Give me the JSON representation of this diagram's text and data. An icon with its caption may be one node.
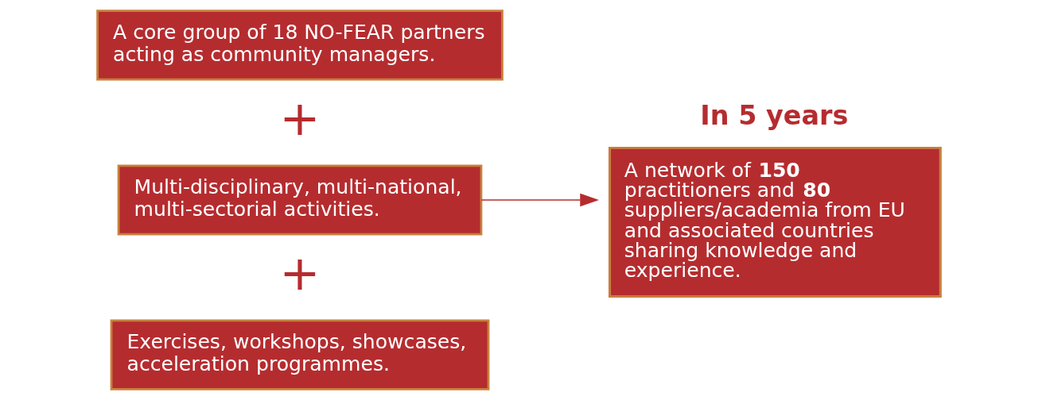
{
  "diagram": {
    "nodes": [
      {
        "text": [
          "A core group of 18 NO-FEAR partners acting as community managers."
        ]
      },
      {
        "text": [
          "Multi-disciplinary, multi-national, multi-sectorial activities."
        ]
      },
      {
        "text": [
          "Exercises, workshops, showcases, acceleration programmes."
        ]
      },
      {
        "text": [
          "In 5 years",
          "A network of **150** practitioners and **80** suppliers/academia from EU and associated countries sharing knowledge and experience."
        ]
      }
    ],
    "edges": [
      {
        "from": 1,
        "to": 3,
        "arrow": "to"
      }
    ],
    "labels": [
      "+",
      "+"
    ]
  }
}
